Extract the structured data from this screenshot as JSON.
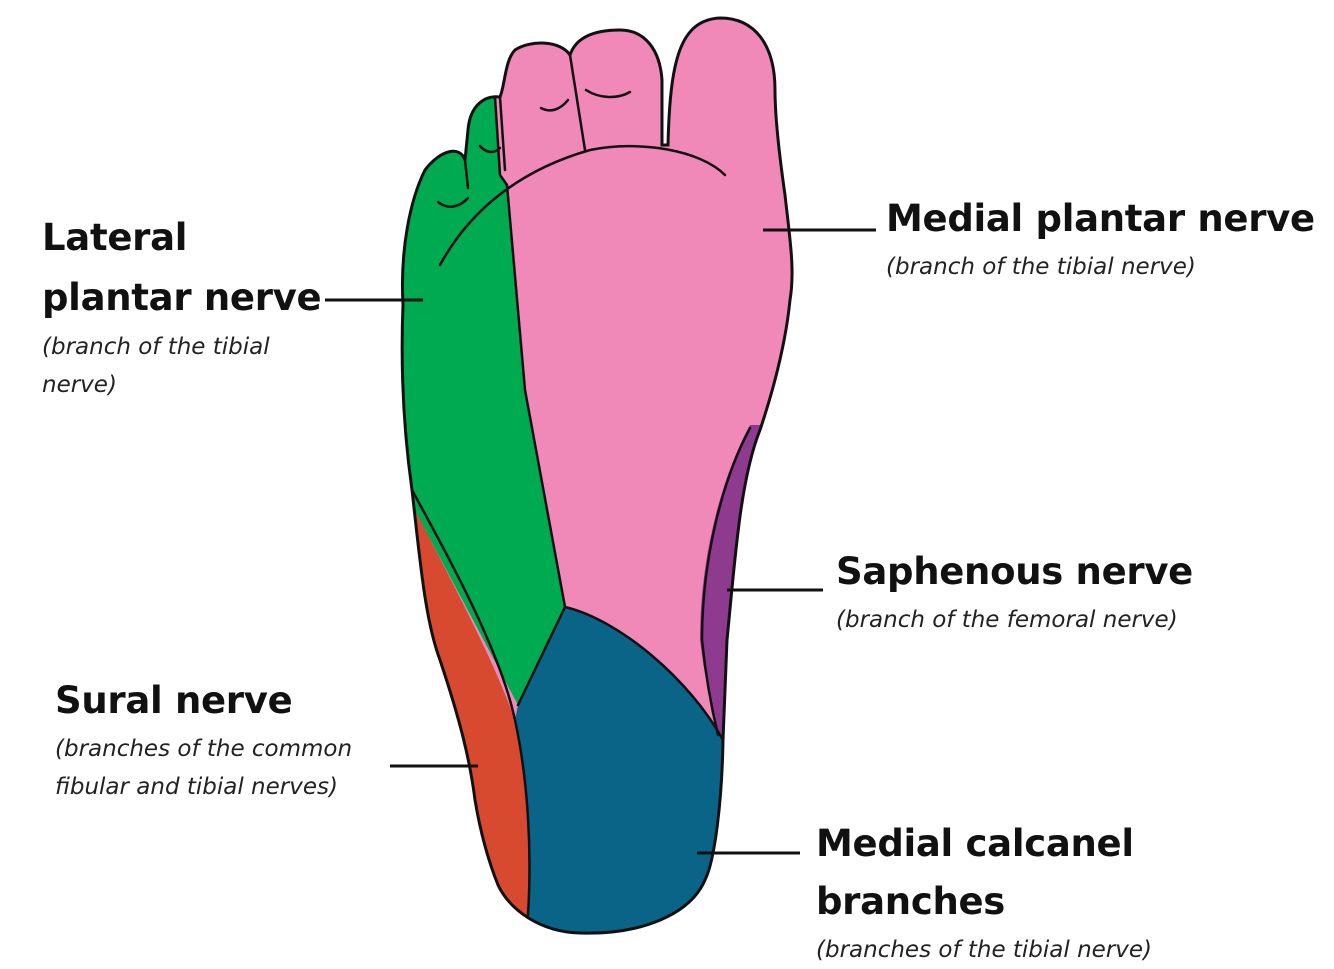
{
  "labels": {
    "lateral_plantar": {
      "title": "Lateral plantar nerve",
      "subtitle": "(branch of the tibial nerve)"
    },
    "medial_plantar": {
      "title": "Medial plantar nerve",
      "subtitle": "(branch of the tibial nerve)"
    },
    "saphenous": {
      "title": "Saphenous nerve",
      "subtitle": "(branch of the femoral nerve)"
    },
    "sural": {
      "title": "Sural nerve",
      "subtitle": "(branches of the common fibular and tibial nerves)"
    },
    "medial_calcanel": {
      "title": "Medial calcanel branches",
      "subtitle": "(branches of the tibial nerve)"
    }
  },
  "colors": {
    "medial_plantar": "#f088b8",
    "lateral_plantar": "#00aa50",
    "saphenous": "#8e3a8e",
    "sural": "#d84a30",
    "medial_calcanel": "#0a6488",
    "outline": "#111111"
  }
}
